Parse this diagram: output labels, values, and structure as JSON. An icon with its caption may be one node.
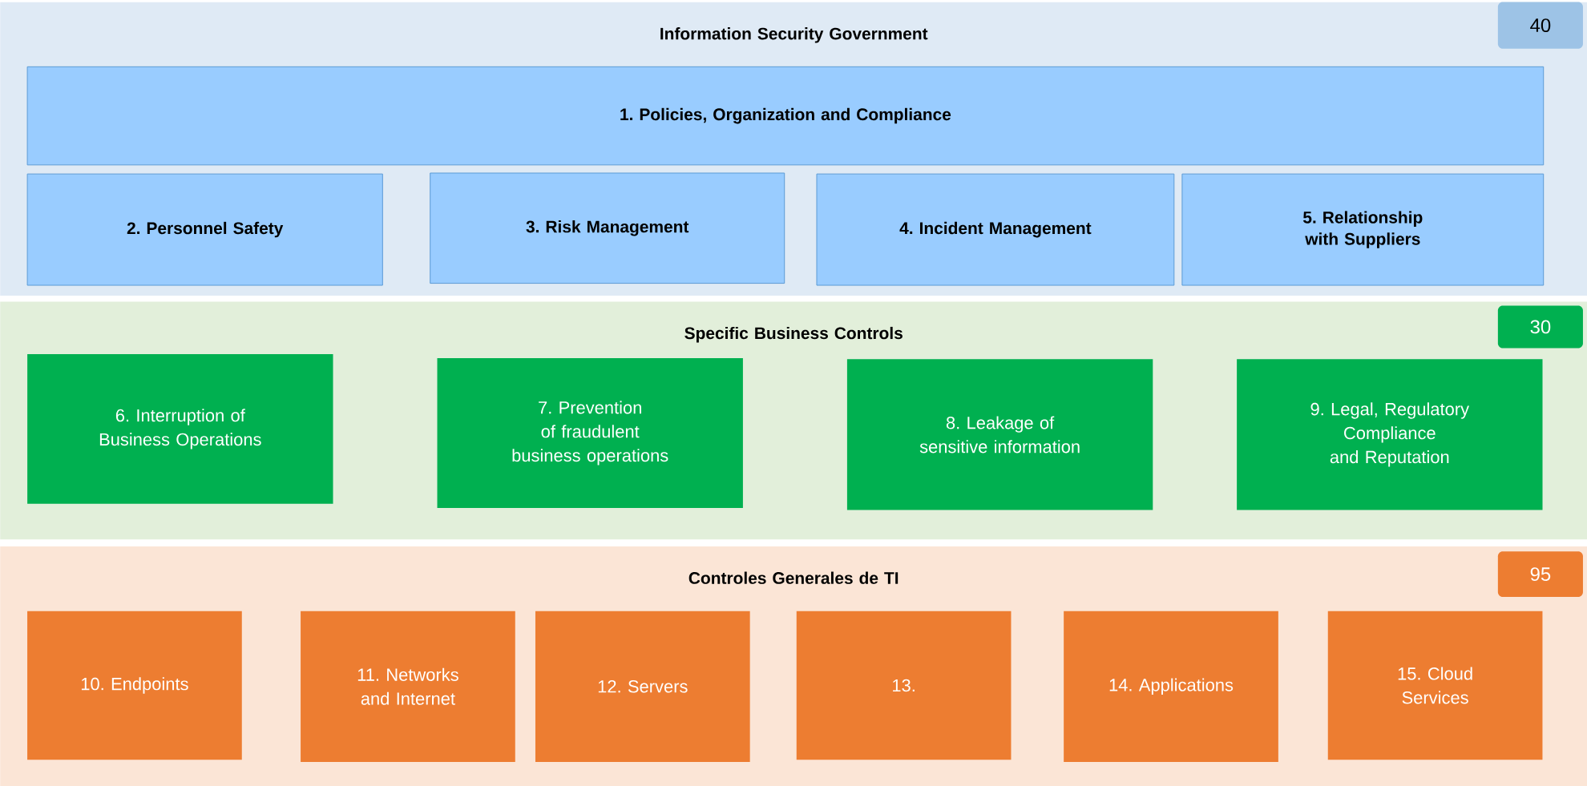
{
  "diagram": {
    "nodes": [
      {
        "text": [
          "Information Security Government"
        ]
      },
      {
        "text": [
          "40"
        ],
        "in": 0
      },
      {
        "text": [
          "1. Policies, Organization and Compliance"
        ],
        "in": 0
      },
      {
        "text": [
          "2. Personnel Safety"
        ],
        "in": 0
      },
      {
        "text": [
          "3. Risk Management"
        ],
        "in": 0
      },
      {
        "text": [
          "4. Incident Management"
        ],
        "in": 0
      },
      {
        "text": [
          "5. Relationship with Suppliers"
        ],
        "in": 0
      },
      {
        "text": [
          "Specific Business Controls"
        ]
      },
      {
        "text": [
          "30"
        ],
        "in": 7
      },
      {
        "text": [
          "6. Interruption of Business Operations"
        ],
        "in": 7
      },
      {
        "text": [
          "7. Prevention of fraudulent business operations"
        ],
        "in": 7
      },
      {
        "text": [
          "8. Leakage of sensitive information"
        ],
        "in": 7
      },
      {
        "text": [
          "9. Legal, Regulatory Compliance and Reputation"
        ],
        "in": 7
      },
      {
        "text": [
          "Controles Generales de TI"
        ]
      },
      {
        "text": [
          "95"
        ],
        "in": 13
      },
      {
        "text": [
          "10. Endpoints"
        ],
        "in": 13
      },
      {
        "text": [
          "11. Networks and Internet"
        ],
        "in": 13
      },
      {
        "text": [
          "12. Servers"
        ],
        "in": 13
      },
      {
        "text": [
          "13."
        ],
        "in": 13
      },
      {
        "text": [
          "14. Applications"
        ],
        "in": 13
      },
      {
        "text": [
          "15. Cloud Services"
        ],
        "in": 13
      }
    ]
  }
}
